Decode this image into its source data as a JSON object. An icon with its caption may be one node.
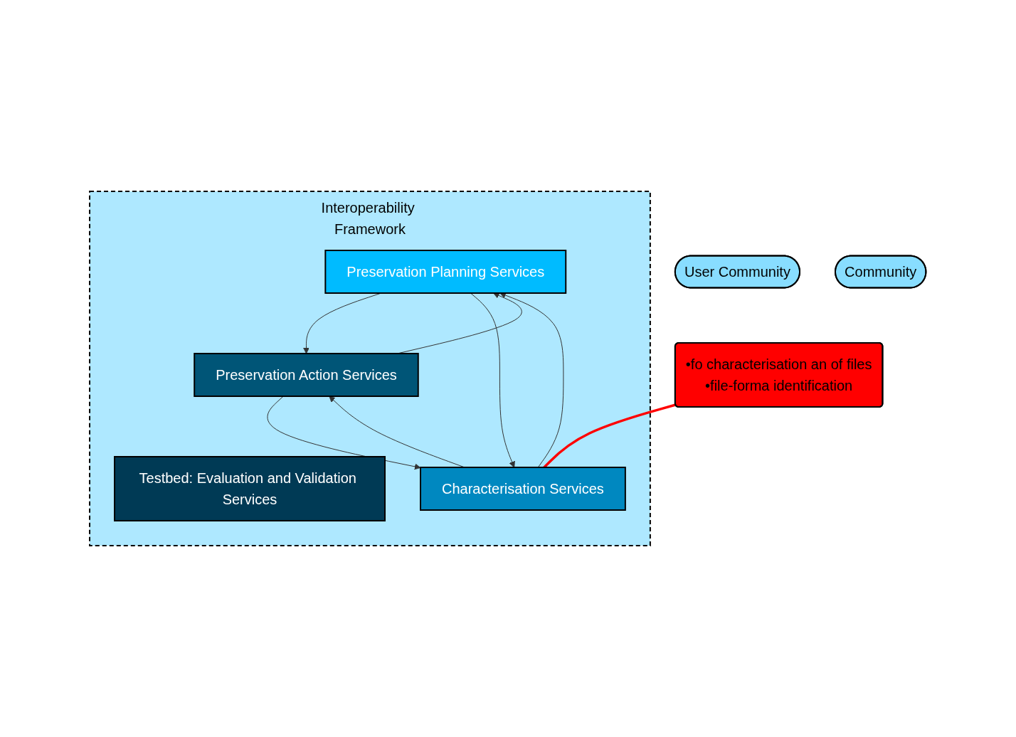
{
  "diagram": {
    "nodes": [
      {
        "text": [
          "Interoperability Framework"
        ]
      },
      {
        "text": [
          "Preservation Planning Services"
        ],
        "in": 0
      },
      {
        "text": [
          "Preservation Action Services"
        ],
        "in": 0
      },
      {
        "text": [
          "Testbed: Evaluation and Validation Services"
        ],
        "in": 0
      },
      {
        "text": [
          "Characterisation Services"
        ],
        "in": 0
      },
      {
        "text": [
          "User Community"
        ]
      },
      {
        "text": [
          "Community"
        ]
      },
      {
        "text": [
          "•fo characterisation an of files",
          "•file-forma identification"
        ]
      }
    ],
    "edges": [
      {
        "from": 1,
        "to": 2,
        "arrow": "to"
      },
      {
        "from": 2,
        "to": 1,
        "arrow": "to"
      },
      {
        "from": 4,
        "to": 1,
        "arrow": "to"
      },
      {
        "from": 1,
        "to": 4,
        "arrow": "to"
      },
      {
        "from": 4,
        "to": 2,
        "arrow": "to"
      },
      {
        "from": 2,
        "to": 4,
        "arrow": "to"
      },
      {
        "from": 7,
        "to": 4,
        "arrow": "none",
        "color": "#ff0000",
        "style": "thick"
      }
    ]
  }
}
